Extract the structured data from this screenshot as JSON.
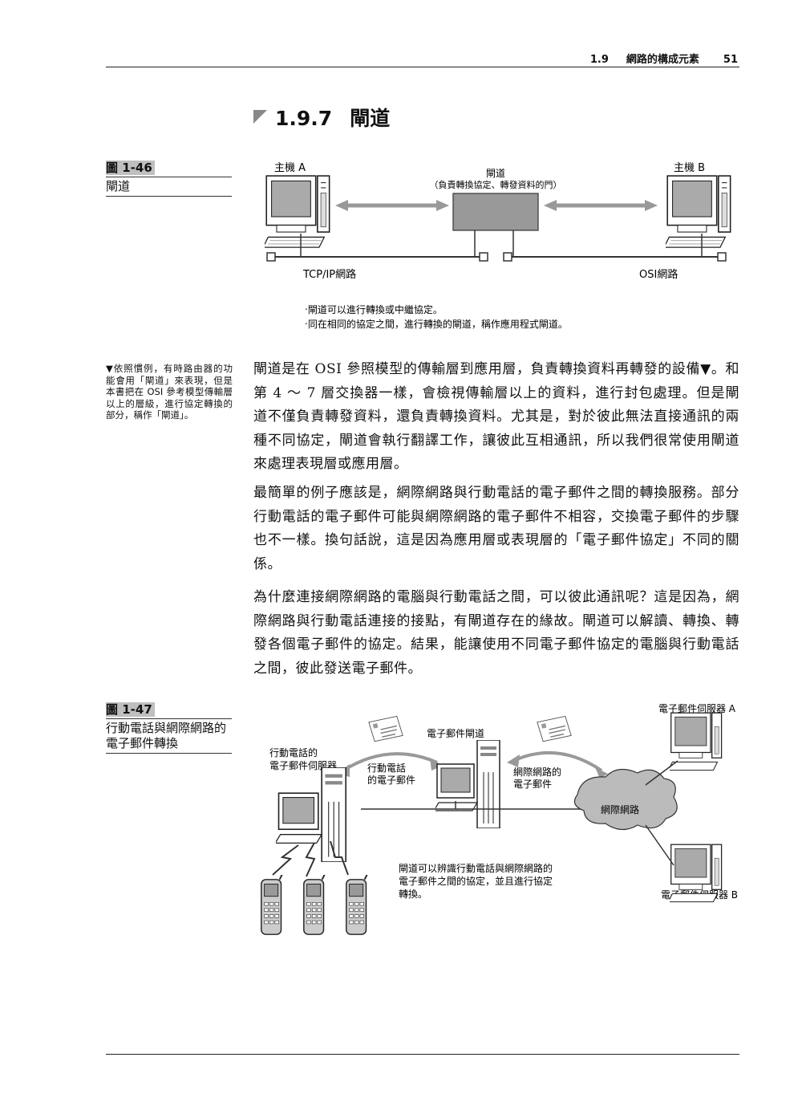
{
  "header": {
    "section": "1.9",
    "title": "網路的構成元素",
    "page": "51"
  },
  "heading": {
    "number": "1.9.7",
    "title": "閘道"
  },
  "figure_46": {
    "number": "圖 1-46",
    "caption": "閘道",
    "host_a": "主機 A",
    "host_b": "主機 B",
    "gateway_title": "閘道",
    "gateway_desc": "（負責轉換協定、轉發資料的門）",
    "tcpip_label": "TCP/IP網路",
    "osi_label": "OSI網路",
    "note1": "‧閘道可以進行轉換或中繼協定。",
    "note2": "‧同在相同的協定之間，進行轉換的閘道，稱作應用程式閘道。"
  },
  "side_note": "▼依照慣例，有時路由器的功能會用「閘道」來表現，但是本書把在 OSI 參考模型傳輸層以上的層級，進行協定轉換的部分，稱作「閘道」。",
  "paragraphs": [
    "閘道是在 OSI 參照模型的傳輸層到應用層，負責轉換資料再轉發的設備▼。和第 4 ～ 7 層交換器一樣，會檢視傳輸層以上的資料，進行封包處理。但是閘道不僅負責轉發資料，還負責轉換資料。尤其是，對於彼此無法直接通訊的兩種不同協定，閘道會執行翻譯工作，讓彼此互相通訊，所以我們很常使用閘道來處理表現層或應用層。",
    "最簡單的例子應該是，網際網路與行動電話的電子郵件之間的轉換服務。部分行動電話的電子郵件可能與網際網路的電子郵件不相容，交換電子郵件的步驟也不一樣。換句話說，這是因為應用層或表現層的「電子郵件協定」不同的關係。",
    "為什麼連接網際網路的電腦與行動電話之間，可以彼此通訊呢？這是因為，網際網路與行動電話連接的接點，有閘道存在的緣故。閘道可以解讀、轉換、轉發各個電子郵件的協定。結果，能讓使用不同電子郵件協定的電腦與行動電話之間，彼此發送電子郵件。"
  ],
  "figure_47": {
    "number": "圖 1-47",
    "caption": "行動電話與網際網路的電子郵件轉換",
    "server_a": "電子郵件伺服器 A",
    "server_b": "電子郵件伺服器 B",
    "mail_gateway": "電子郵件閘道",
    "mobile_server_1": "行動電話的",
    "mobile_server_2": "電子郵件伺服器",
    "mobile_mail_1": "行動電話",
    "mobile_mail_2": "的電子郵件",
    "inet_mail_1": "網際網路的",
    "inet_mail_2": "電子郵件",
    "internet": "網際網路",
    "note1": "閘道可以辨識行動電話與網際網路的",
    "note2": "電子郵件之間的協定，並且進行協定",
    "note3": "轉換。"
  }
}
